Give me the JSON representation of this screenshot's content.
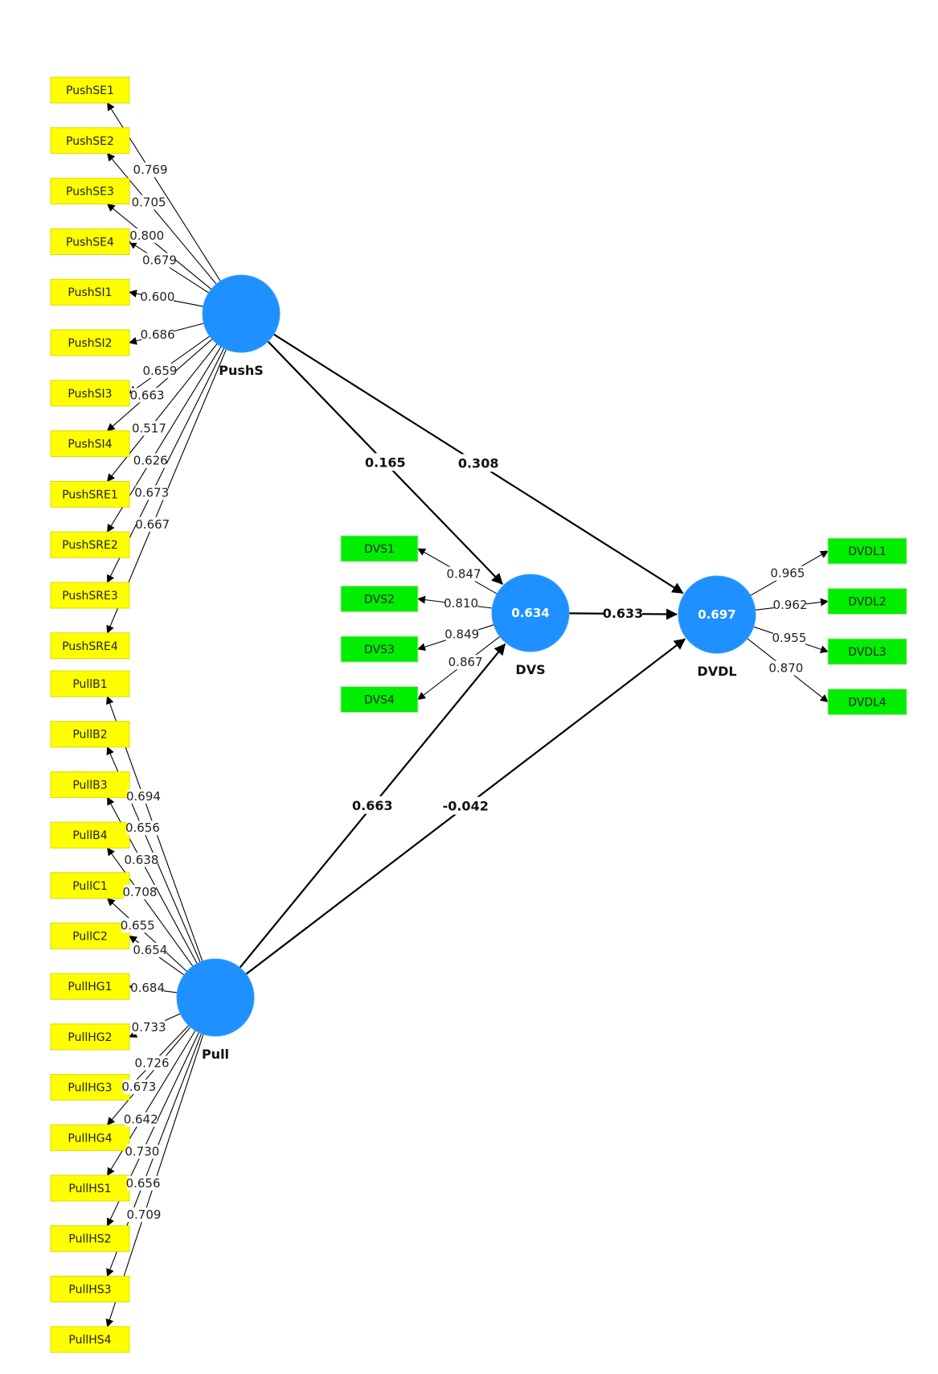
{
  "colors": {
    "construct": "#1e90ff",
    "exogenous_indicator": "#ffff00",
    "endogenous_indicator": "#00ee00",
    "line": "#000000"
  },
  "constructs": [
    {
      "id": "PushS",
      "name": "PushS",
      "r2": ""
    },
    {
      "id": "Pull",
      "name": "Pull",
      "r2": ""
    },
    {
      "id": "DVS",
      "name": "DVS",
      "r2": "0.634"
    },
    {
      "id": "DVDL",
      "name": "DVDL",
      "r2": "0.697"
    }
  ],
  "paths": [
    {
      "from": "PushS",
      "to": "DVS",
      "coef": "0.165"
    },
    {
      "from": "PushS",
      "to": "DVDL",
      "coef": "0.308"
    },
    {
      "from": "DVS",
      "to": "DVDL",
      "coef": "0.633"
    },
    {
      "from": "Pull",
      "to": "DVS",
      "coef": "0.663"
    },
    {
      "from": "Pull",
      "to": "DVDL",
      "coef": "-0.042"
    }
  ],
  "indicator_groups": [
    {
      "construct": "PushS",
      "color": "#ffff00",
      "items": [
        {
          "name": "PushSE1",
          "loading": "0.769"
        },
        {
          "name": "PushSE2",
          "loading": "0.705"
        },
        {
          "name": "PushSE3",
          "loading": "0.800"
        },
        {
          "name": "PushSE4",
          "loading": "0.679"
        },
        {
          "name": "PushSI1",
          "loading": "0.600"
        },
        {
          "name": "PushSI2",
          "loading": "0.686"
        },
        {
          "name": "PushSI3",
          "loading": "0.659"
        },
        {
          "name": "PushSI4",
          "loading": "0.663"
        },
        {
          "name": "PushSRE1",
          "loading": "0.517"
        },
        {
          "name": "PushSRE2",
          "loading": "0.626"
        },
        {
          "name": "PushSRE3",
          "loading": "0.673"
        },
        {
          "name": "PushSRE4",
          "loading": "0.667"
        }
      ]
    },
    {
      "construct": "Pull",
      "color": "#ffff00",
      "items": [
        {
          "name": "PullB1",
          "loading": "0.694"
        },
        {
          "name": "PullB2",
          "loading": "0.656"
        },
        {
          "name": "PullB3",
          "loading": "0.638"
        },
        {
          "name": "PullB4",
          "loading": "0.708"
        },
        {
          "name": "PullC1",
          "loading": "0.655"
        },
        {
          "name": "PullC2",
          "loading": "0.654"
        },
        {
          "name": "PullHG1",
          "loading": "0.684"
        },
        {
          "name": "PullHG2",
          "loading": "0.733"
        },
        {
          "name": "PullHG3",
          "loading": "0.726"
        },
        {
          "name": "PullHG4",
          "loading": "0.673"
        },
        {
          "name": "PullHS1",
          "loading": "0.642"
        },
        {
          "name": "PullHS2",
          "loading": "0.730"
        },
        {
          "name": "PullHS3",
          "loading": "0.656"
        },
        {
          "name": "PullHS4",
          "loading": "0.709"
        }
      ]
    },
    {
      "construct": "DVS",
      "color": "#00ee00",
      "items": [
        {
          "name": "DVS1",
          "loading": "0.847"
        },
        {
          "name": "DVS2",
          "loading": "0.810"
        },
        {
          "name": "DVS3",
          "loading": "0.849"
        },
        {
          "name": "DVS4",
          "loading": "0.867"
        }
      ]
    },
    {
      "construct": "DVDL",
      "color": "#00ee00",
      "items": [
        {
          "name": "DVDL1",
          "loading": "0.965"
        },
        {
          "name": "DVDL2",
          "loading": "0.962"
        },
        {
          "name": "DVDL3",
          "loading": "0.955"
        },
        {
          "name": "DVDL4",
          "loading": "0.870"
        }
      ]
    }
  ]
}
